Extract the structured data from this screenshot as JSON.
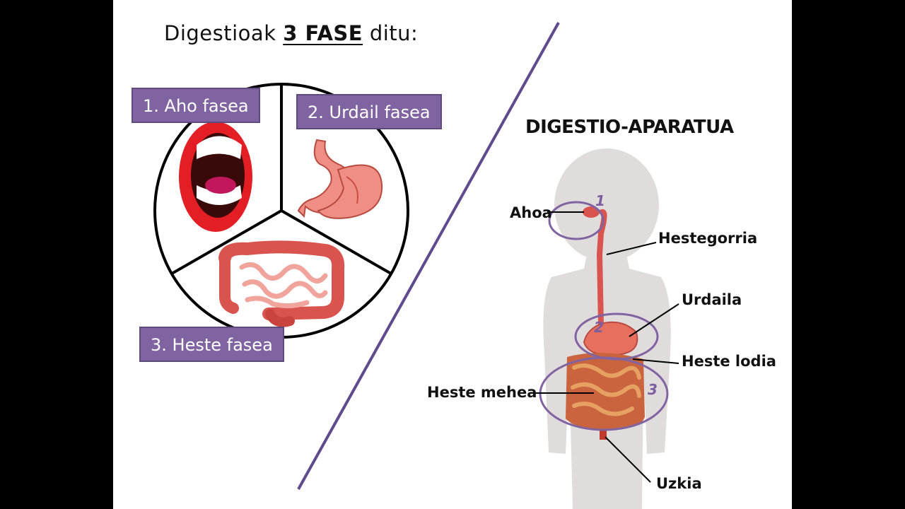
{
  "title": {
    "prefix": "Digestioak",
    "highlight": "3 FASE",
    "suffix": "ditu:"
  },
  "phases": [
    {
      "label": "1. Aho fasea",
      "number": "1"
    },
    {
      "label": "2. Urdail fasea",
      "number": "2"
    },
    {
      "label": "3. Heste fasea",
      "number": "3"
    }
  ],
  "diagram_title": "DIGESTIO-APARATUA",
  "organs": {
    "ahoa": "Ahoa",
    "hestegorria": "Hestegorria",
    "urdaila": "Urdaila",
    "heste_lodia": "Heste lodia",
    "heste_mehea": "Heste mehea",
    "uzkia": "Uzkia"
  },
  "colors": {
    "accent": "#8064a2",
    "divider": "#5e4a8c",
    "organ_red": "#d9534f",
    "lips": "#e31e24"
  }
}
